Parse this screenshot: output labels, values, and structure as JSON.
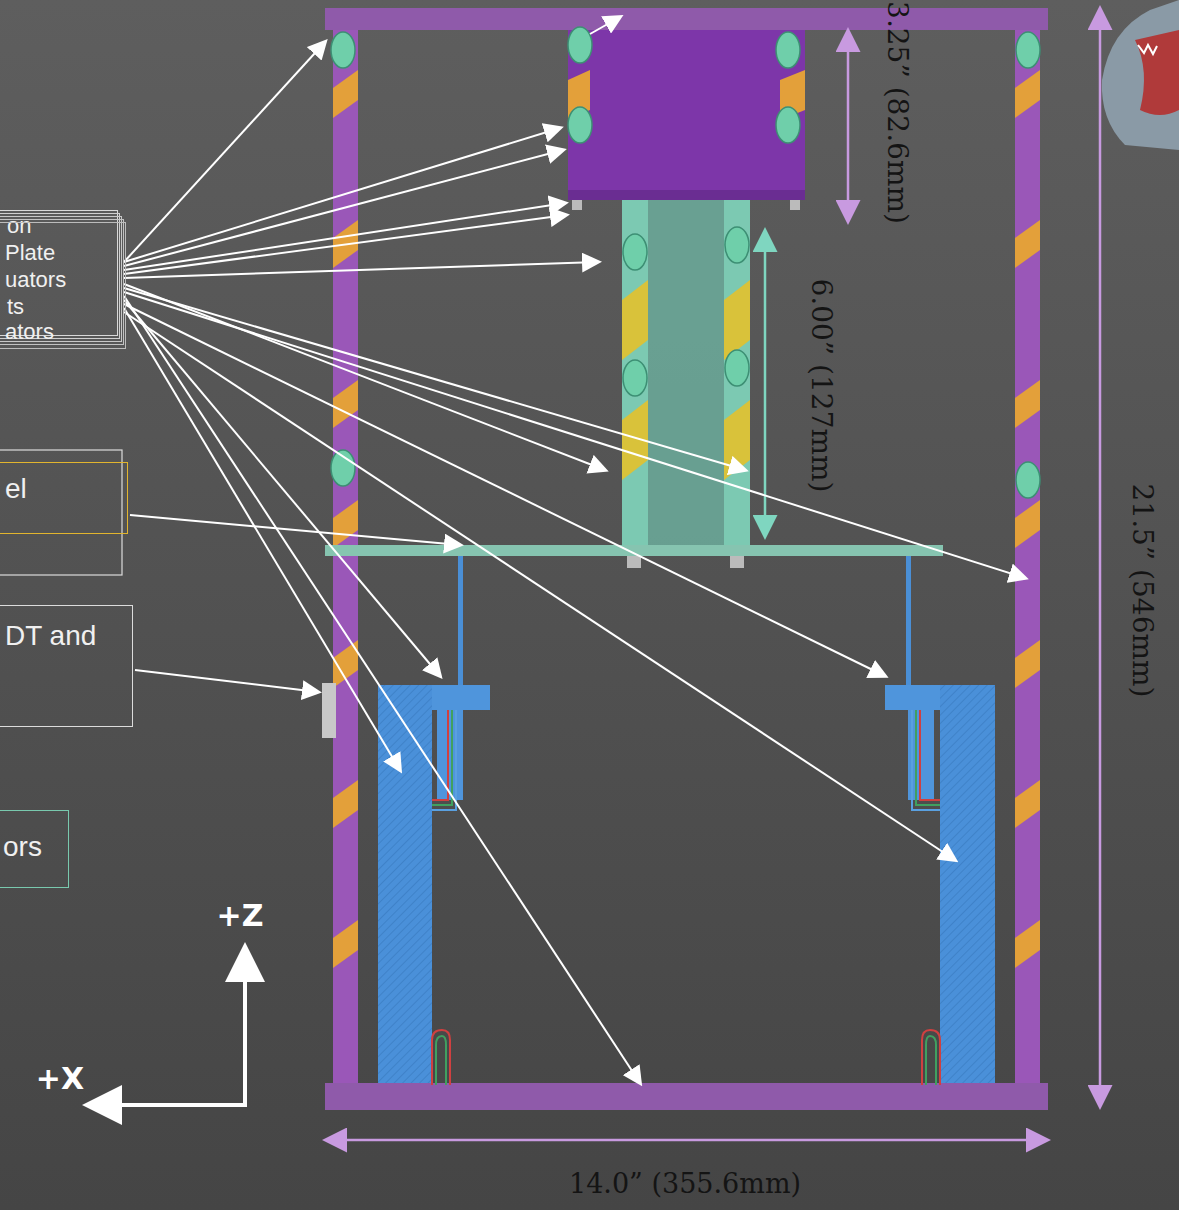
{
  "diagram": {
    "nodes": [
      {
        "text": [
          "on"
        ]
      },
      {
        "text": [
          "Plate"
        ]
      },
      {
        "text": [
          "uators"
        ]
      },
      {
        "text": [
          "ts"
        ]
      },
      {
        "text": [
          "ators"
        ]
      },
      {
        "text": [
          "el"
        ]
      },
      {
        "text": [
          "DT and"
        ]
      },
      {
        "text": [
          "ors"
        ]
      }
    ],
    "labels": [
      "3.25” (82.6mm)",
      "6.00” (127mm)",
      "21.5” (546mm)",
      "14.0” (355.6mm)",
      "+Z",
      "+X"
    ]
  }
}
